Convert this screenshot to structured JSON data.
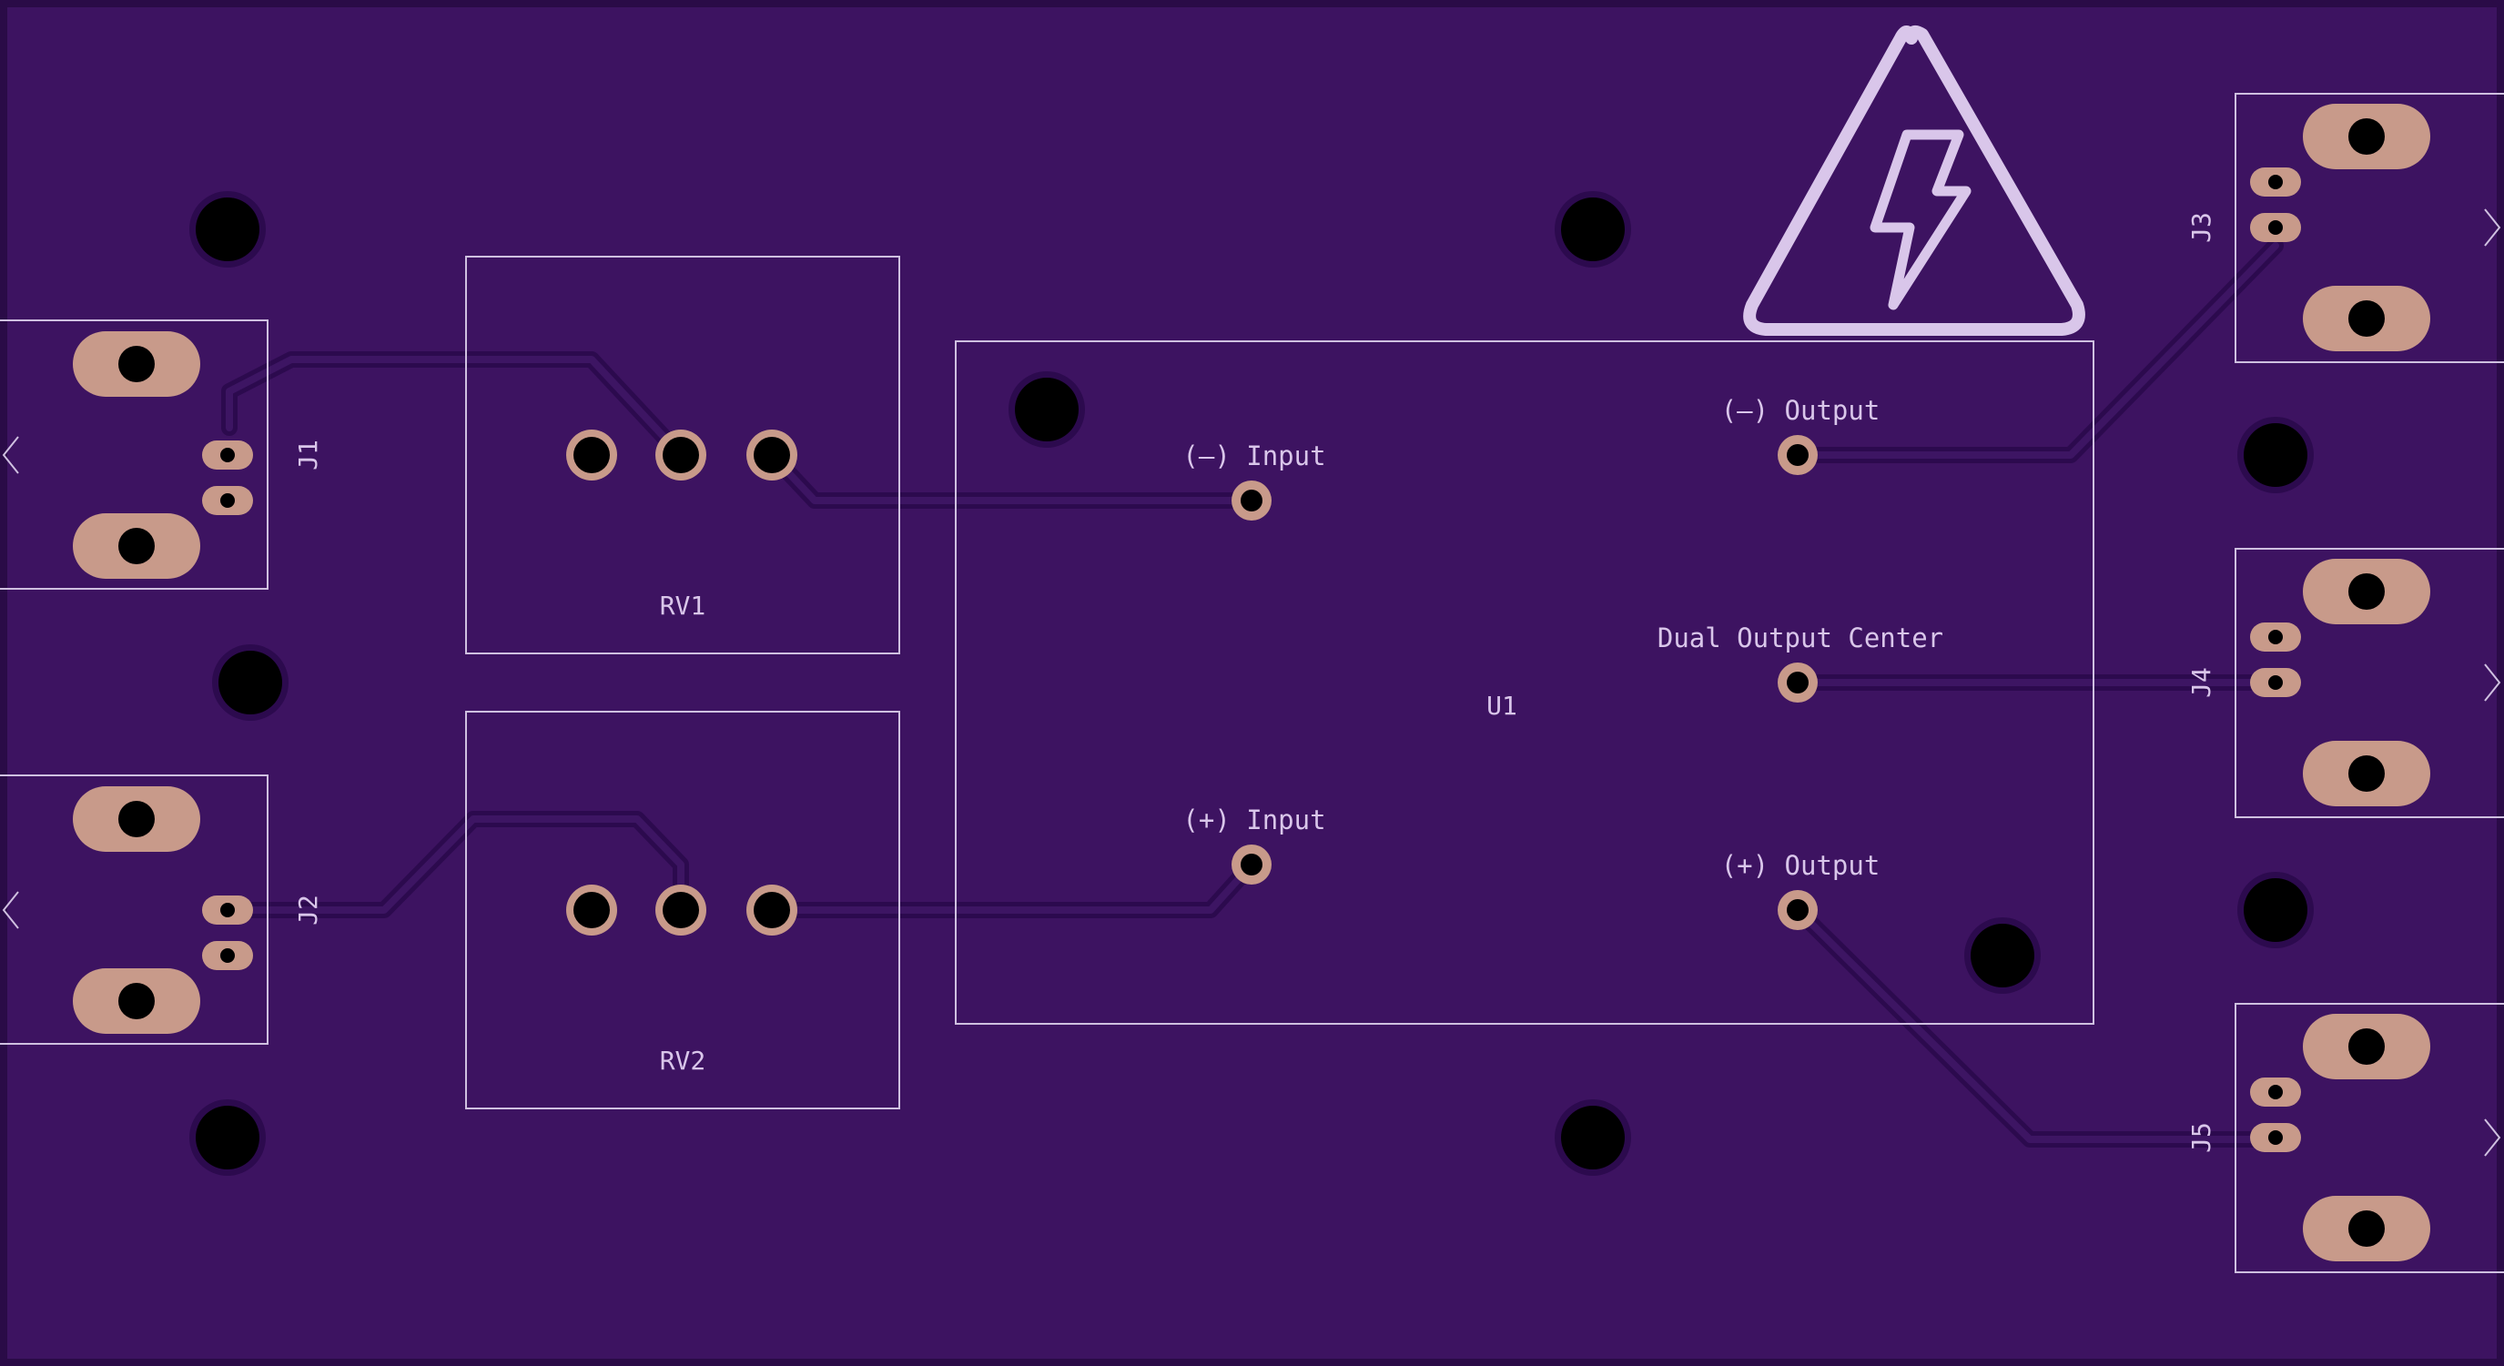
{
  "board": {
    "background": "#3d1361",
    "edge_color": "#2a0b47",
    "silkscreen_color": "#d9c6ea",
    "copper_pad_color": "#c89a8a",
    "trace_color": "#2c0a4e"
  },
  "labels": {
    "j1": "J1",
    "j2": "J2",
    "j3": "J3",
    "j4": "J4",
    "j5": "J5",
    "rv1": "RV1",
    "rv2": "RV2",
    "u1": "U1",
    "neg_input": "(–) Input",
    "pos_input": "(+) Input",
    "neg_output": "(–) Output",
    "pos_output": "(+) Output",
    "dual_center": "Dual Output Center"
  },
  "icons": {
    "warning": "high-voltage-warning-icon"
  }
}
